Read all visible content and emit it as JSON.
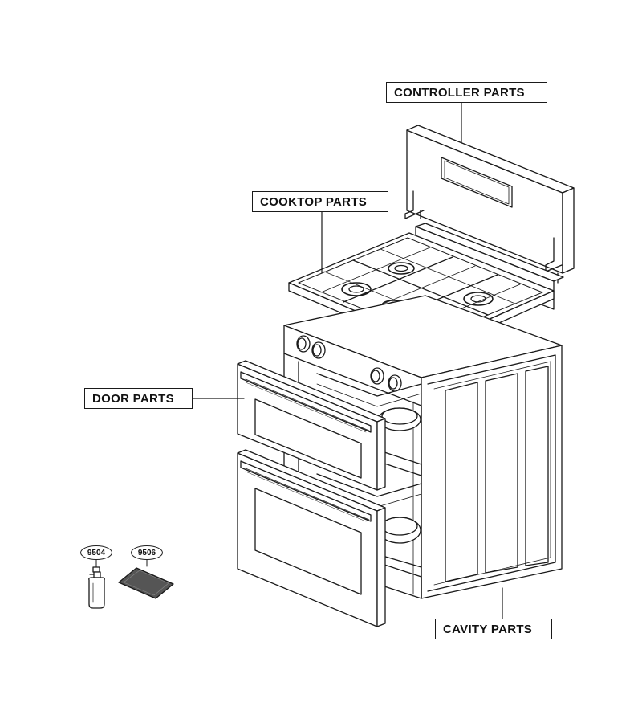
{
  "labels": {
    "controller": "CONTROLLER PARTS",
    "cooktop": "COOKTOP PARTS",
    "door": "DOOR PARTS",
    "cavity": "CAVITY PARTS"
  },
  "part_numbers": {
    "spray_bottle": "9504",
    "mat": "9506"
  },
  "colors": {
    "line": "#1a1a1a",
    "background": "#ffffff",
    "mat_fill": "#555555"
  }
}
